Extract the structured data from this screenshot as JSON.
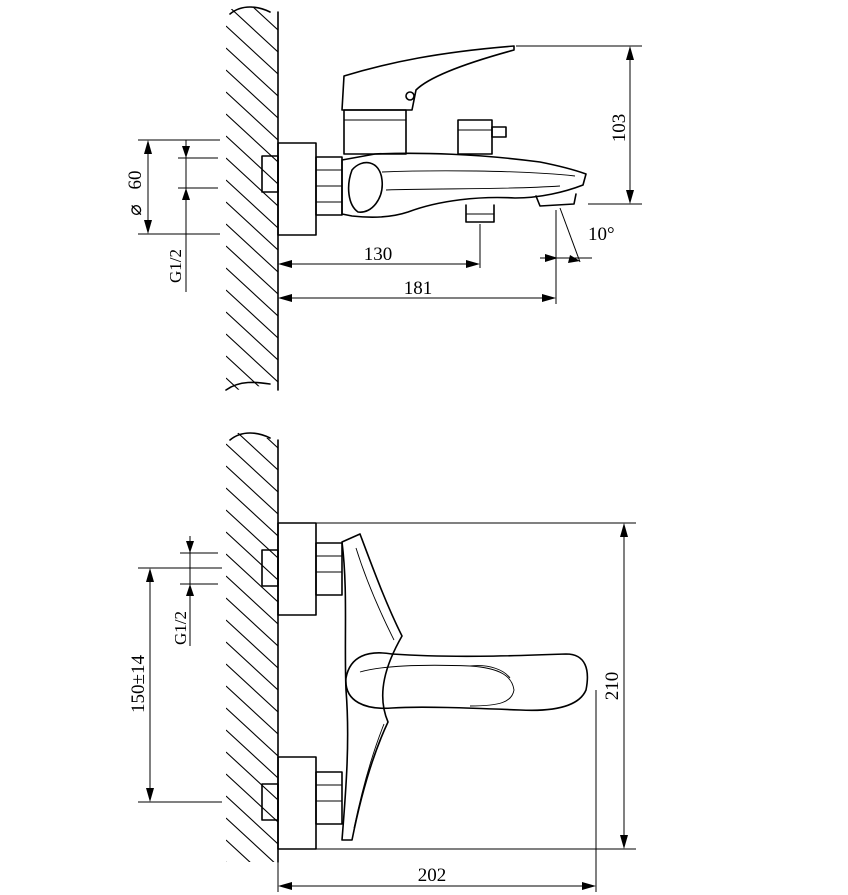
{
  "side_view": {
    "dim_depth_pipe": "130",
    "dim_depth_total": "181",
    "dim_height": "103",
    "dim_angle": "10°",
    "dim_diameter_symbol": "⌀",
    "dim_diameter_value": "60",
    "dim_thread": "G1/2"
  },
  "front_view": {
    "dim_width": "202",
    "dim_height": "210",
    "dim_center_distance": "150±14",
    "dim_thread": "G1/2"
  }
}
